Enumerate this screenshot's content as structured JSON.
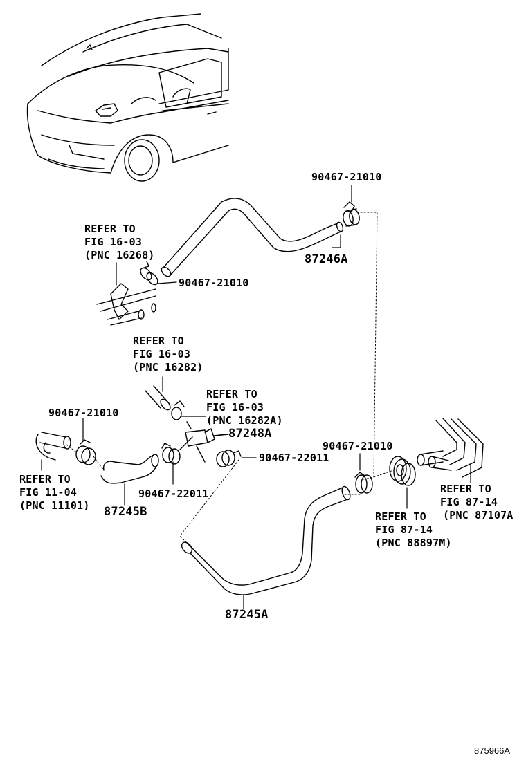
{
  "labels": {
    "clamp_top": "90467-21010",
    "hose_top": "87246A",
    "refer_top_1": "REFER TO",
    "refer_top_2": "FIG 16-03",
    "refer_top_3": "(PNC 16268)",
    "clamp_top_left": "90467-21010",
    "refer_mid_1": "REFER TO",
    "refer_mid_2": "FIG 16-03",
    "refer_mid_3": "(PNC 16282)",
    "refer_mid2_1": "REFER TO",
    "refer_mid2_2": "FIG 16-03",
    "refer_mid2_3": "(PNC 16282A)",
    "valve": "87248A",
    "clamp_left": "90467-21010",
    "clamp_right": "90467-21010",
    "clamp_22011_right": "90467-22011",
    "refer_left_1": "REFER TO",
    "refer_left_2": "FIG 11-04",
    "refer_left_3": "(PNC 11101)",
    "clamp_22011_bottom": "90467-22011",
    "hose_left": "87245B",
    "refer_right_1": "REFER TO",
    "refer_right_2": "FIG 87-14",
    "refer_right_3": "(PNC 87107A",
    "refer_center_1": "REFER TO",
    "refer_center_2": "FIG 87-14",
    "refer_center_3": "(PNC 88897M)",
    "hose_bottom": "87245A",
    "diagram_id": "875966A"
  }
}
